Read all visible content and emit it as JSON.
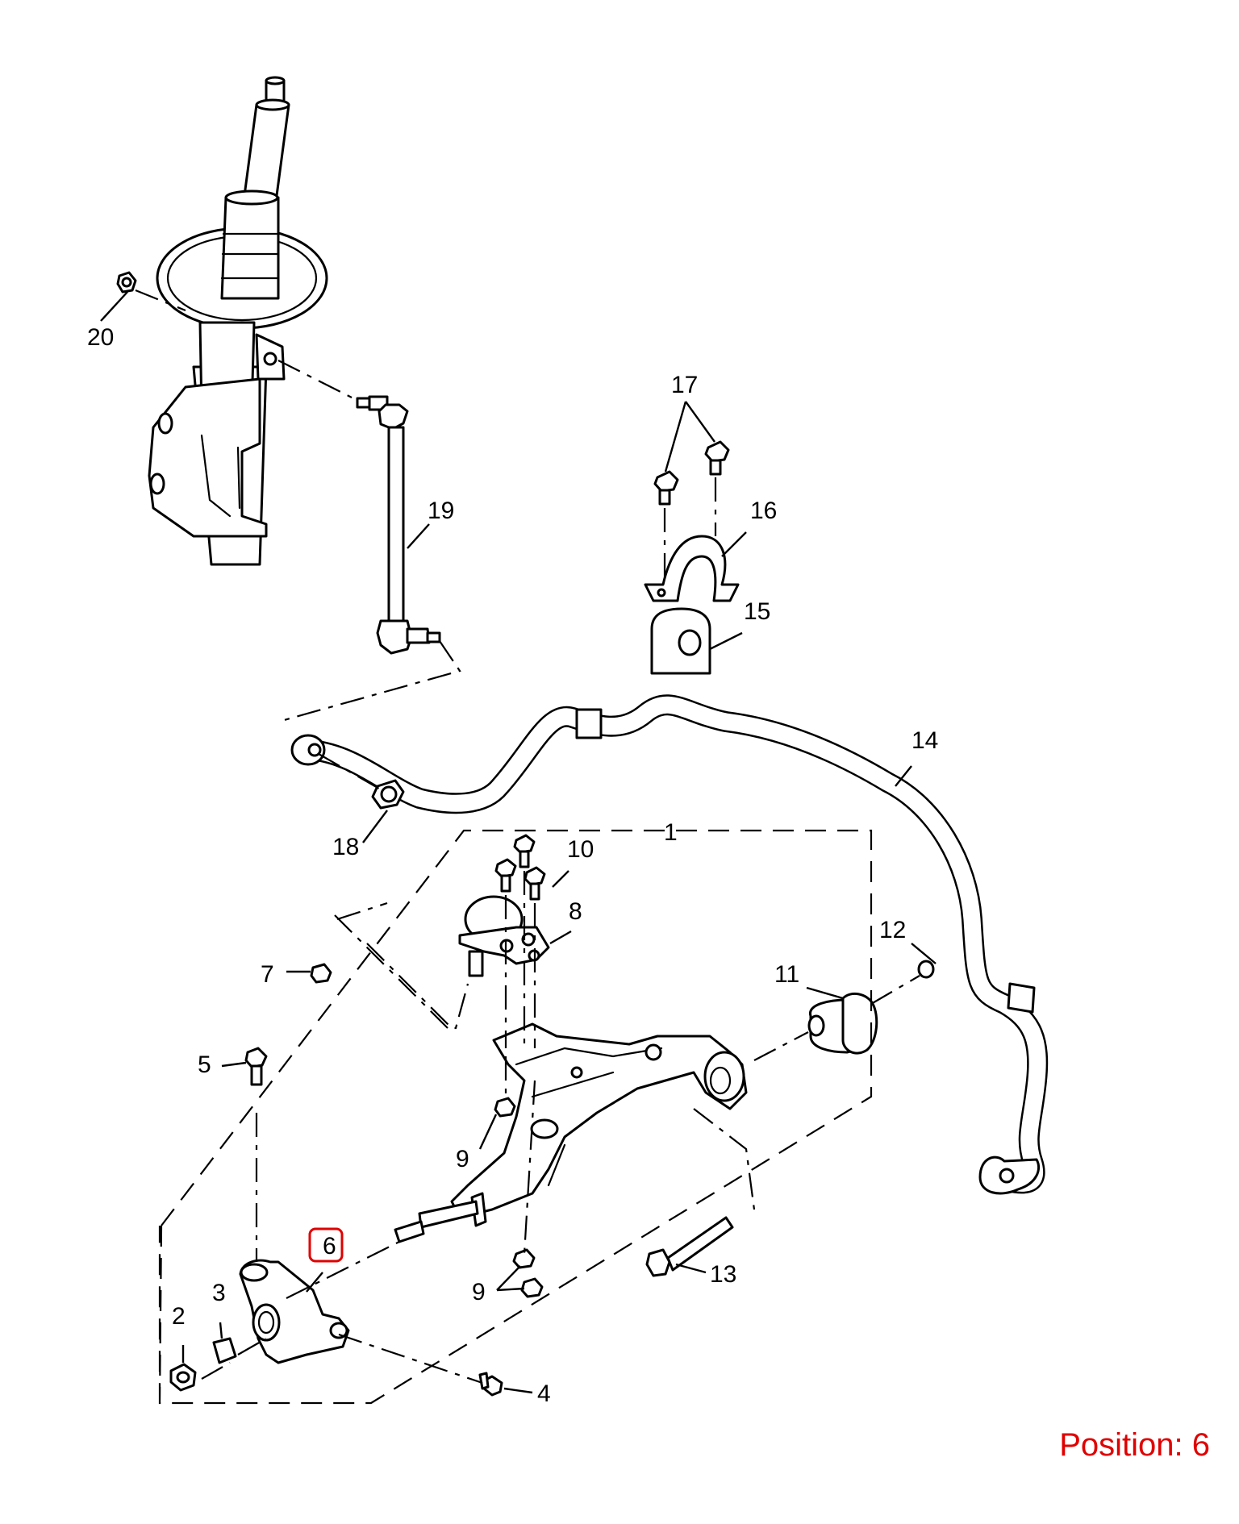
{
  "labels": {
    "l1": "1",
    "l2": "2",
    "l3": "3",
    "l4": "4",
    "l5": "5",
    "l6": "6",
    "l7": "7",
    "l8": "8",
    "l9a": "9",
    "l9b": "9",
    "l10": "10",
    "l11": "11",
    "l12": "12",
    "l13": "13",
    "l14": "14",
    "l15": "15",
    "l16": "16",
    "l17": "17",
    "l18": "18",
    "l19": "19",
    "l20": "20"
  },
  "highlighted_label": "6",
  "highlight_color": "#e00000",
  "position_text": "Position: 6"
}
